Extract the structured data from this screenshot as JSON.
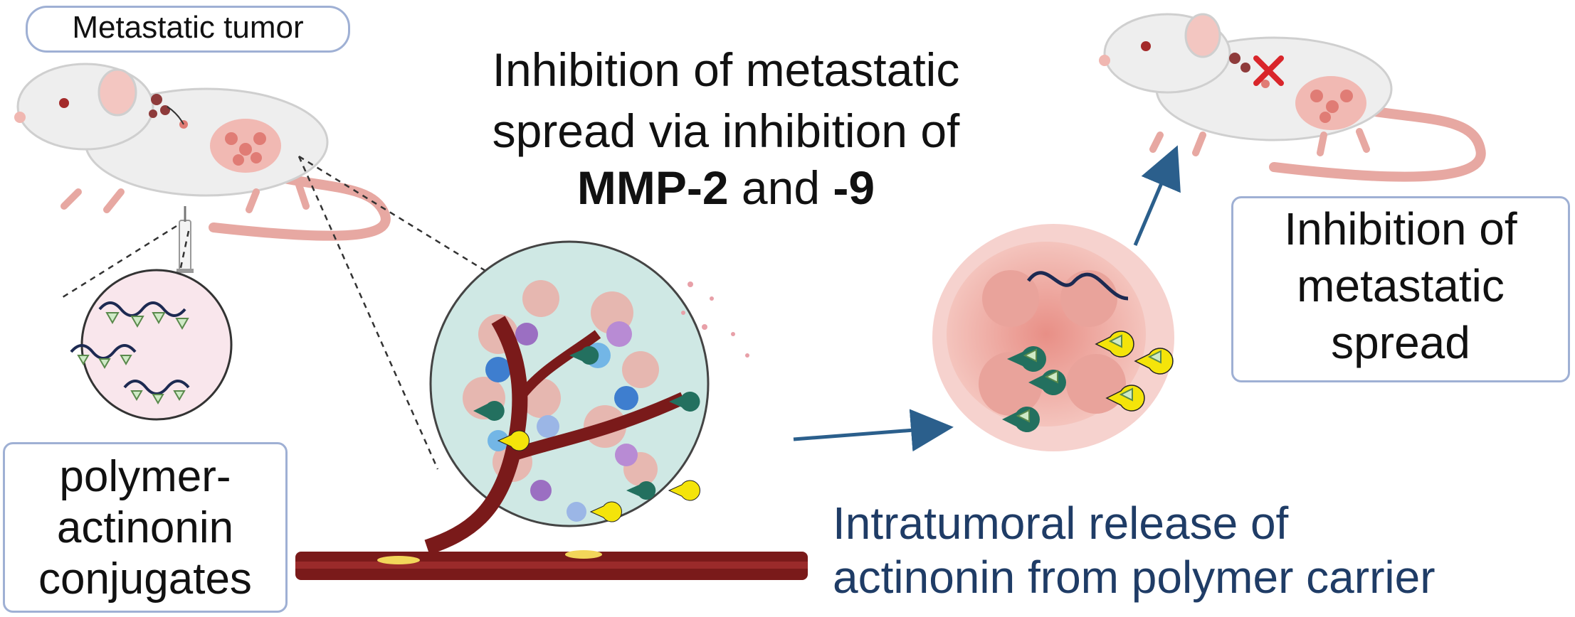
{
  "labels": {
    "metastatic_tumor": "Metastatic tumor",
    "title_line1": "Inhibition of metastatic",
    "title_line2": "spread via inhibition of",
    "title_mmp2": "MMP-2",
    "title_and": " and ",
    "title_9": "-9",
    "conjugates_line1": "polymer-",
    "conjugates_line2": "actinonin",
    "conjugates_line3": "conjugates",
    "release_line1": "Intratumoral release of",
    "release_line2": "actinonin from polymer carrier",
    "inhibition_line1": "Inhibition of",
    "inhibition_line2": "metastatic",
    "inhibition_line3": "spread"
  },
  "colors": {
    "accent_blue": "#1f3c66",
    "arrow_blue": "#2b5f8c",
    "box_border": "#9fb0d4",
    "mmp_green": "#23705f",
    "actinonin_yellow": "#f4e40a",
    "inhibited_red": "#d9262b",
    "vessel": "#7a1a1a"
  }
}
